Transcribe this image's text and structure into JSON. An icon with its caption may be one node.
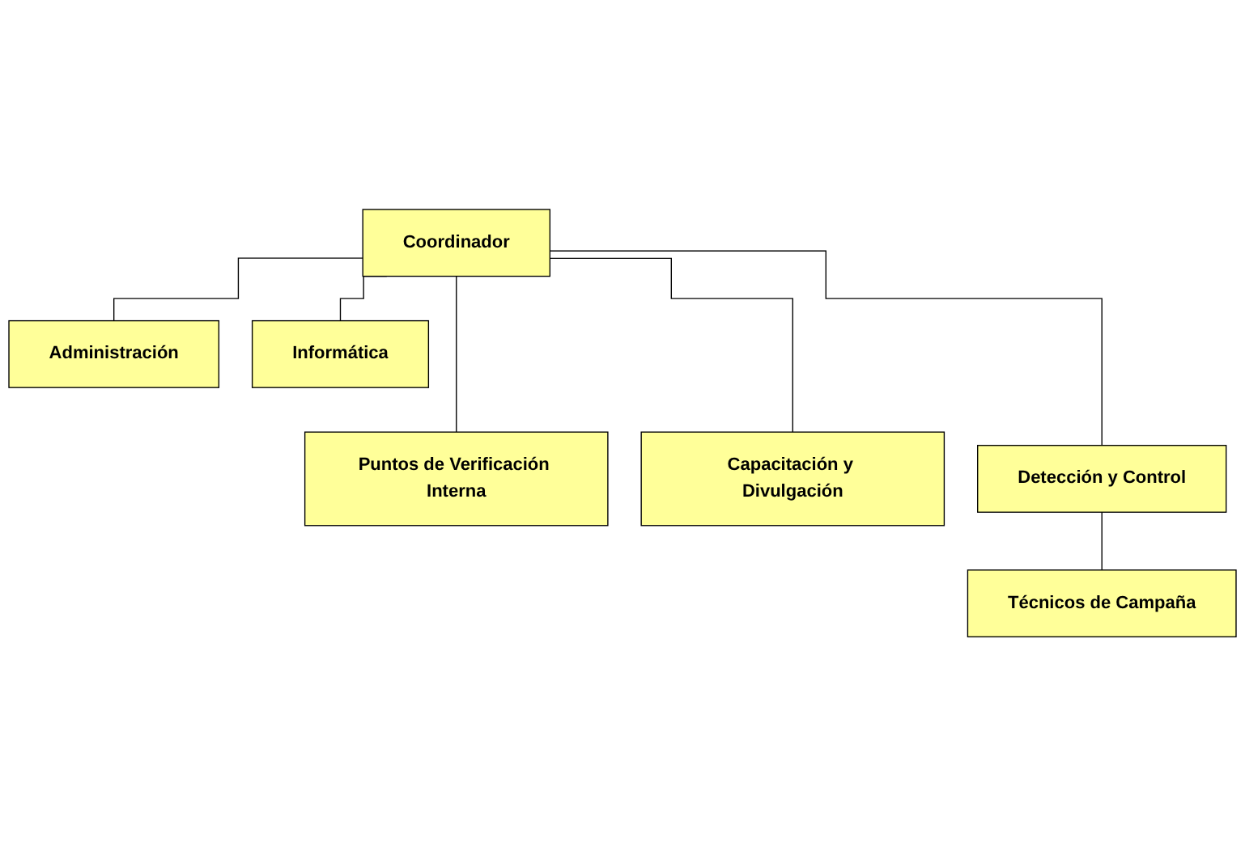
{
  "diagram": {
    "nodes": [
      {
        "text": [
          "Coordinador"
        ]
      },
      {
        "text": [
          "Administración"
        ]
      },
      {
        "text": [
          "Informática"
        ]
      },
      {
        "text": [
          "Puntos de Verificación Interna"
        ]
      },
      {
        "text": [
          "Capacitación y Divulgación"
        ]
      },
      {
        "text": [
          "Detección y Control"
        ]
      },
      {
        "text": [
          "Técnicos de Campaña"
        ]
      }
    ],
    "edges": [
      {
        "from": 0,
        "to": 1,
        "arrow": "none"
      },
      {
        "from": 0,
        "to": 2,
        "arrow": "none"
      },
      {
        "from": 0,
        "to": 3,
        "arrow": "none"
      },
      {
        "from": 0,
        "to": 4,
        "arrow": "none"
      },
      {
        "from": 0,
        "to": 5,
        "arrow": "none"
      },
      {
        "from": 5,
        "to": 6,
        "arrow": "none"
      }
    ]
  }
}
